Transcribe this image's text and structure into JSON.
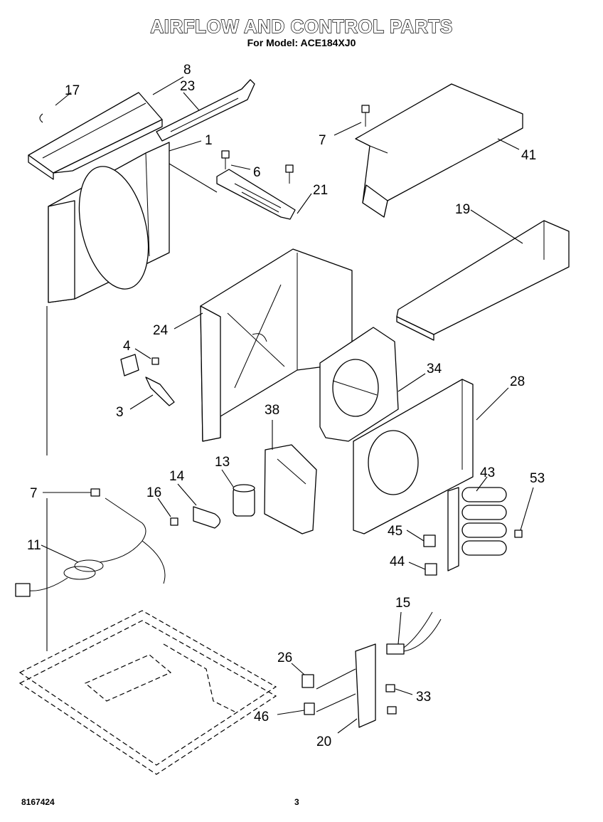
{
  "header": {
    "title": "AIRFLOW AND CONTROL PARTS",
    "subtitle": "For Model: ACE184XJ0"
  },
  "footer": {
    "doc_number": "8167424",
    "page_number": "3"
  },
  "callouts": {
    "c1": "1",
    "c3": "3",
    "c4": "4",
    "c6": "6",
    "c7a": "7",
    "c7b": "7",
    "c8": "8",
    "c11": "11",
    "c13": "13",
    "c14": "14",
    "c15": "15",
    "c16": "16",
    "c17": "17",
    "c19": "19",
    "c20": "20",
    "c21": "21",
    "c23": "23",
    "c24": "24",
    "c26": "26",
    "c28": "28",
    "c33": "33",
    "c34": "34",
    "c38": "38",
    "c41": "41",
    "c43": "43",
    "c44": "44",
    "c45": "45",
    "c46": "46",
    "c53": "53"
  }
}
